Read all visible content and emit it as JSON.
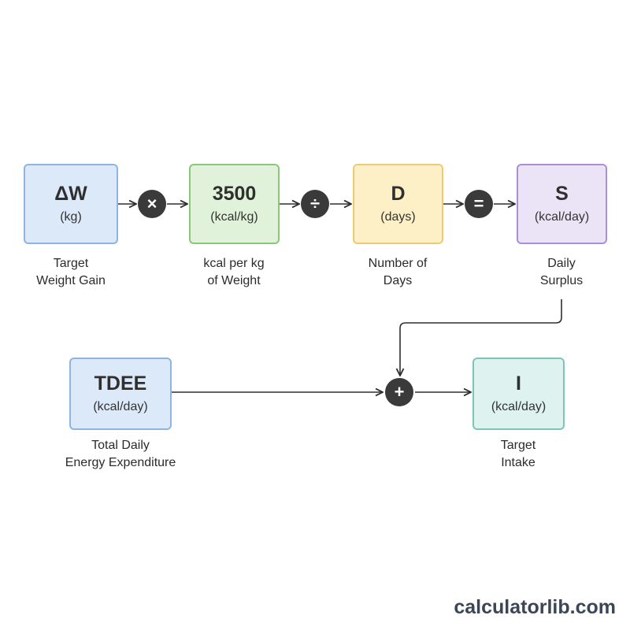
{
  "nodes": {
    "delta_w": {
      "symbol": "ΔW",
      "unit": "(kg)",
      "caption": [
        "Target",
        "Weight Gain"
      ],
      "fill": "#dce9f8",
      "border": "#8fb4e2"
    },
    "kcal_per_kg": {
      "symbol": "3500",
      "unit": "(kcal/kg)",
      "caption": [
        "kcal per kg",
        "of Weight"
      ],
      "fill": "#e1f2da",
      "border": "#8cc67a"
    },
    "days": {
      "symbol": "D",
      "unit": "(days)",
      "caption": [
        "Number of",
        "Days"
      ],
      "fill": "#fdf0c7",
      "border": "#eccb74"
    },
    "surplus": {
      "symbol": "S",
      "unit": "(kcal/day)",
      "caption": [
        "Daily",
        "Surplus"
      ],
      "fill": "#ebe4f6",
      "border": "#a98fd6"
    },
    "tdee": {
      "symbol": "TDEE",
      "unit": "(kcal/day)",
      "caption": [
        "Total Daily",
        "Energy Expenditure"
      ],
      "fill": "#dce9f8",
      "border": "#8fb4e2"
    },
    "intake": {
      "symbol": "I",
      "unit": "(kcal/day)",
      "caption": [
        "Target",
        "Intake"
      ],
      "fill": "#def2ef",
      "border": "#7cc5b8"
    }
  },
  "operators": {
    "multiply": "×",
    "divide": "÷",
    "equals": "=",
    "plus": "+"
  },
  "colors": {
    "operator_fill": "#3a3a3a",
    "arrow": "#2e2e2e"
  },
  "footer": "calculatorlib.com"
}
